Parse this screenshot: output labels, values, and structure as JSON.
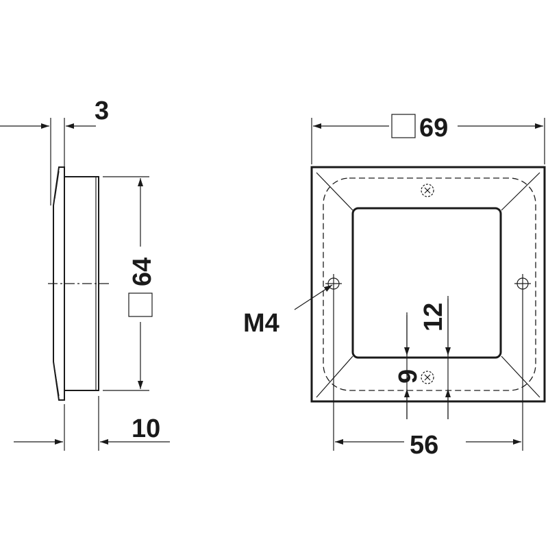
{
  "dimensions": {
    "flange_thickness": "3",
    "side_height": "64",
    "depth": "10",
    "overall_width": "69",
    "hole_spacing": "56",
    "grip_depth": "12",
    "grip_offset": "9",
    "screw_thread": "M4"
  },
  "icons": {
    "square_symbol": "square-dimension-icon",
    "screw_hole": "screw-hole-icon"
  }
}
